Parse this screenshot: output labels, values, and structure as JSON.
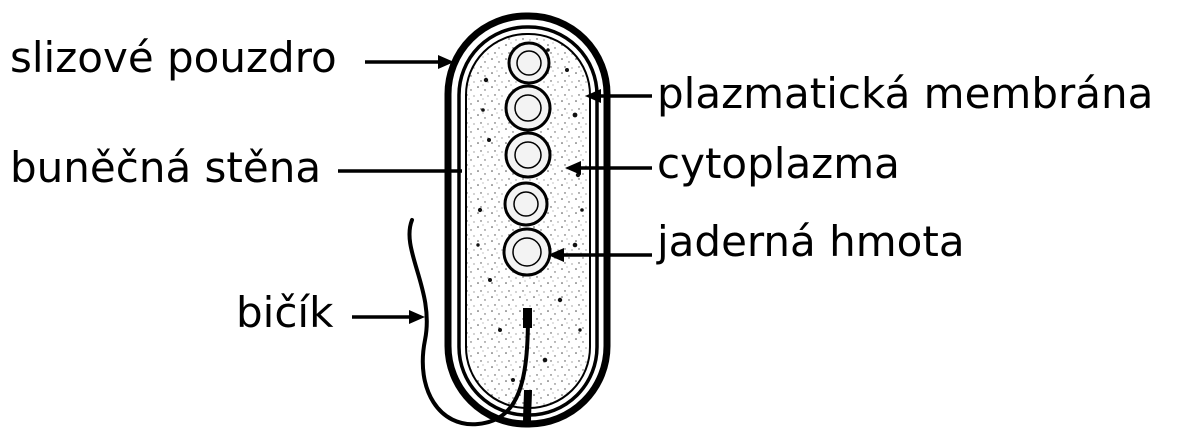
{
  "labels": {
    "slime_capsule": "slizové pouzdro",
    "cell_wall": "buněčná stěna",
    "flagellum": "bičík",
    "plasma_membrane": "plazmatická membrána",
    "cytoplasm": "cytoplazma",
    "nuclear_material": "jaderná hmota"
  }
}
